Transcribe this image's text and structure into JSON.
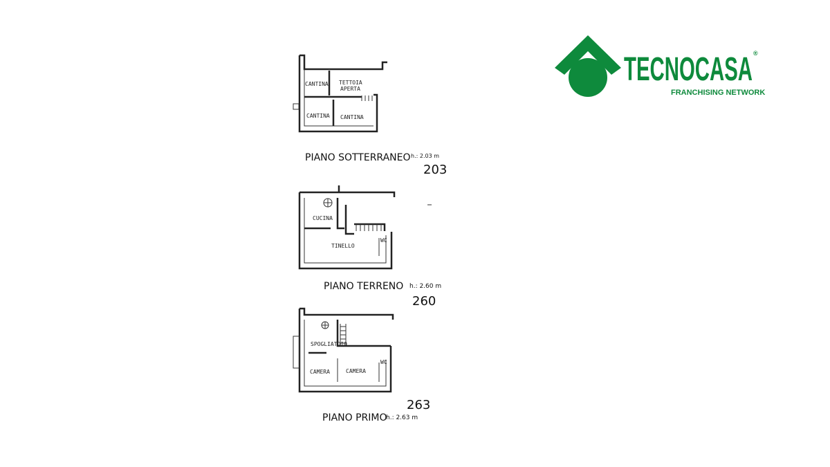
{
  "brand": {
    "name": "TECNOCASA",
    "registered": "®",
    "tagline": "FRANCHISING NETWORK",
    "color": "#0e8a3c"
  },
  "floors": [
    {
      "title": "PIANO SOTTERRANEO",
      "height_note": "h.: 2.03 m",
      "height_value": "203",
      "rooms": [
        "CANTINA",
        "TETTOIA",
        "APERTA",
        "CANTINA",
        "CANTINA"
      ]
    },
    {
      "title": "PIANO TERRENO",
      "height_note": "h.: 2.60 m",
      "height_value": "260",
      "rooms": [
        "CUCINA",
        "TINELLO",
        "WC"
      ]
    },
    {
      "title": "PIANO PRIMO",
      "height_note": "h.: 2.63 m",
      "height_value": "263",
      "rooms": [
        "SPOGLIATOIO",
        "CAMERA",
        "CAMERA",
        "WC"
      ]
    }
  ]
}
